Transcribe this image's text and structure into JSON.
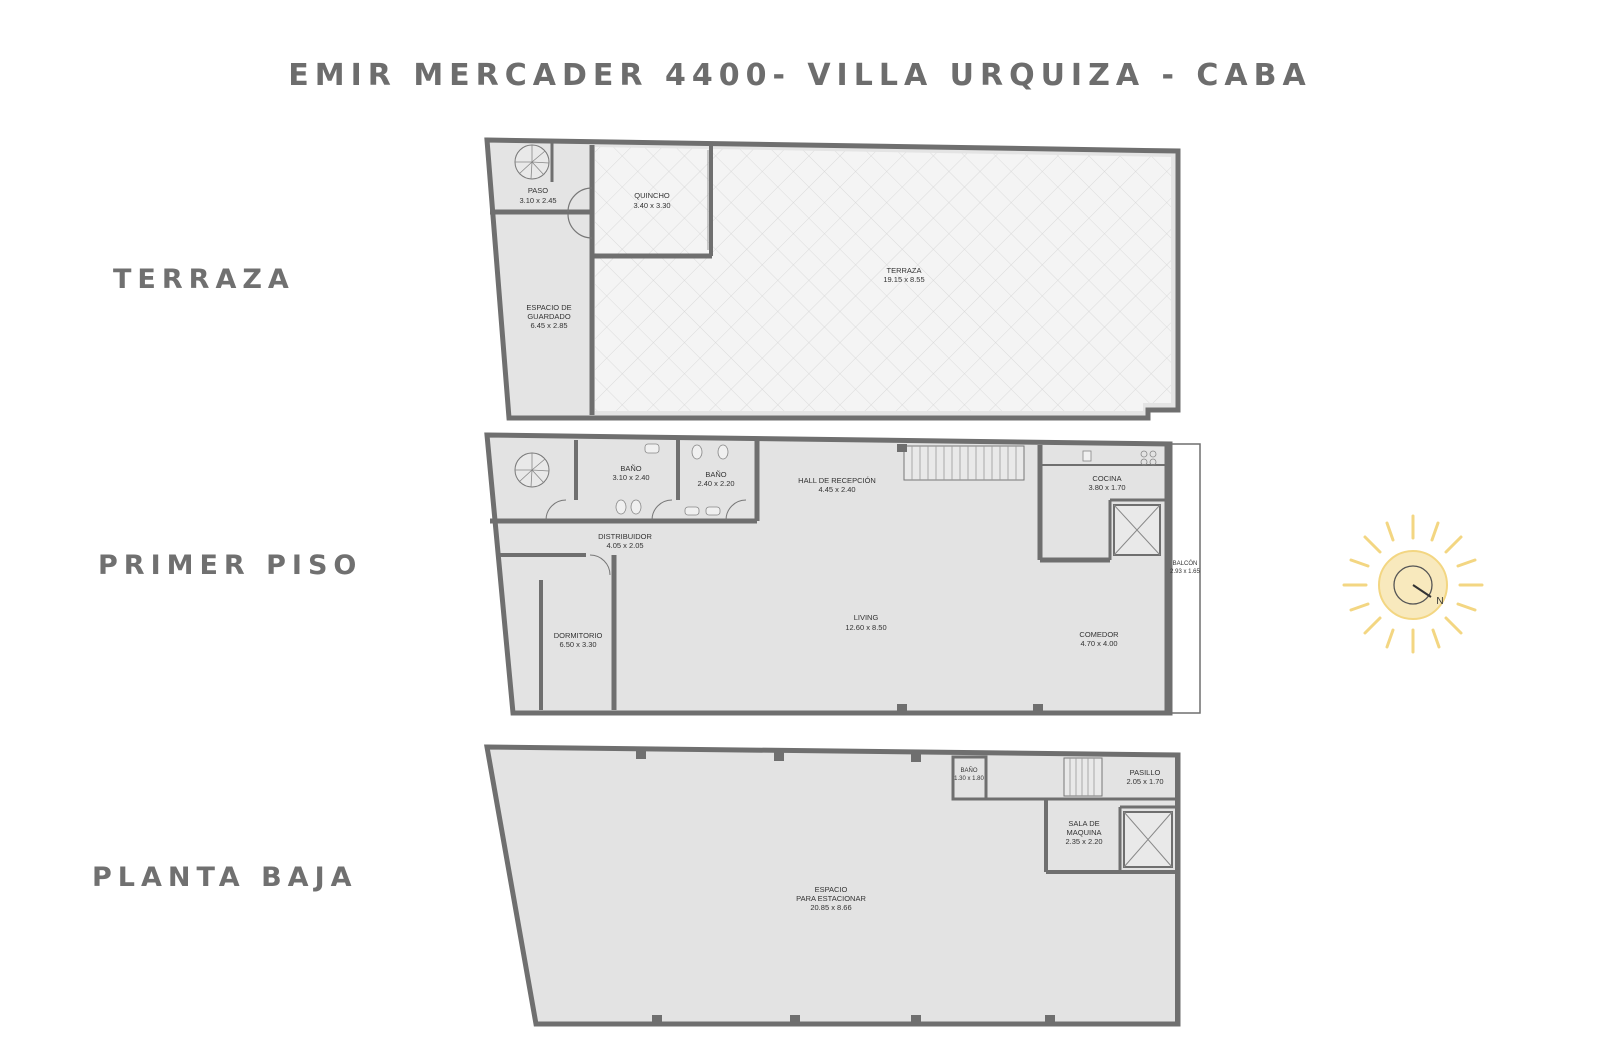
{
  "title": "EMIR MERCADER 4400- VILLA URQUIZA - CABA",
  "floors": {
    "terraza": {
      "label": "TERRAZA",
      "rooms": {
        "paso": {
          "name": "PASO",
          "dims": "3.10 x 2.45"
        },
        "quincho": {
          "name": "QUINCHO",
          "dims": "3.40 x 3.30"
        },
        "terraza": {
          "name": "TERRAZA",
          "dims": "19.15 x 8.55"
        },
        "guardado": {
          "name_1": "ESPACIO DE",
          "name_2": "GUARDADO",
          "dims": "6.45 x 2.85"
        }
      }
    },
    "primer_piso": {
      "label": "PRIMER PISO",
      "rooms": {
        "bano1": {
          "name": "BAÑO",
          "dims": "3.10 x 2.40"
        },
        "bano2": {
          "name": "BAÑO",
          "dims": "2.40 x 2.20"
        },
        "hall": {
          "name": "HALL DE RECEPCIÓN",
          "dims": "4.45 x 2.40"
        },
        "cocina": {
          "name": "COCINA",
          "dims": "3.80 x 1.70"
        },
        "distribuidor": {
          "name": "DISTRIBUIDOR",
          "dims": "4.05 x 2.05"
        },
        "balcon": {
          "name": "BALCÓN",
          "dims": "2.93 x 1.65"
        },
        "dormitorio": {
          "name": "DORMITORIO",
          "dims": "6.50 x 3.30"
        },
        "living": {
          "name": "LIVING",
          "dims": "12.60 x 8.50"
        },
        "comedor": {
          "name": "COMEDOR",
          "dims": "4.70 x 4.00"
        }
      }
    },
    "planta_baja": {
      "label": "PLANTA BAJA",
      "rooms": {
        "bano": {
          "name": "BAÑO",
          "dims": "1.30 x 1.80"
        },
        "pasillo": {
          "name": "PASILLO",
          "dims": "2.05 x 1.70"
        },
        "sala": {
          "name_1": "SALA DE",
          "name_2": "MAQUINA",
          "dims": "2.35 x 2.20"
        },
        "espacio": {
          "name_1": "ESPACIO",
          "name_2": "PARA ESTACIONAR",
          "dims": "20.85 x 8.66"
        }
      }
    }
  },
  "compass": {
    "north": "N"
  },
  "colors": {
    "wall": "#6f6f6f",
    "floor_fill": "#e3e3e3",
    "terrace_fill": "#f3f3f3",
    "label_text": "#707070",
    "sun_yellow": "#f3d682",
    "sun_fill": "#f8e9bd"
  }
}
